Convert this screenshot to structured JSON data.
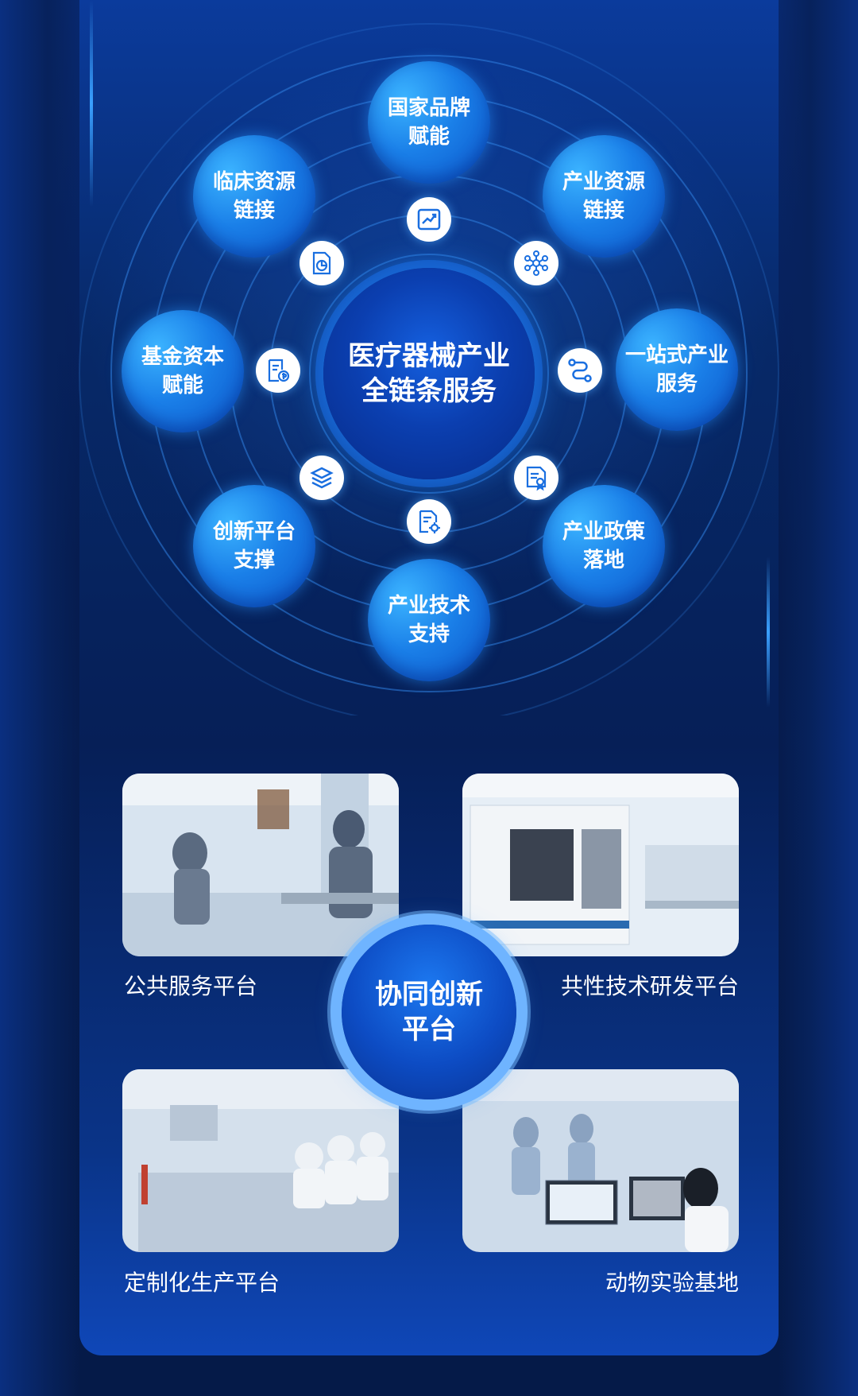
{
  "center_title": "医疗器械产业\n全链条服务",
  "nodes": [
    {
      "label": "国家品牌\n赋能"
    },
    {
      "label": "产业资源\n链接"
    },
    {
      "label": "一站式产业\n服务"
    },
    {
      "label": "产业政策\n落地"
    },
    {
      "label": "产业技术\n支持"
    },
    {
      "label": "创新平台\n支撑"
    },
    {
      "label": "基金资本\n赋能"
    },
    {
      "label": "临床资源\n链接"
    }
  ],
  "icons": [
    "trend-chart-icon",
    "network-icon",
    "flow-path-icon",
    "certificate-doc-icon",
    "doc-gear-icon",
    "layers-icon",
    "finance-doc-icon",
    "report-chart-icon"
  ],
  "hub_title": "协同创新\n平台",
  "platforms": [
    {
      "caption": "公共服务平台"
    },
    {
      "caption": "共性技术研发平台"
    },
    {
      "caption": "定制化生产平台"
    },
    {
      "caption": "动物实验基地"
    }
  ],
  "colors": {
    "node": "#1a7fe8",
    "ring": "#2f7fe0",
    "bg": "#061c4f",
    "icon_stroke": "#1a6fe0"
  }
}
